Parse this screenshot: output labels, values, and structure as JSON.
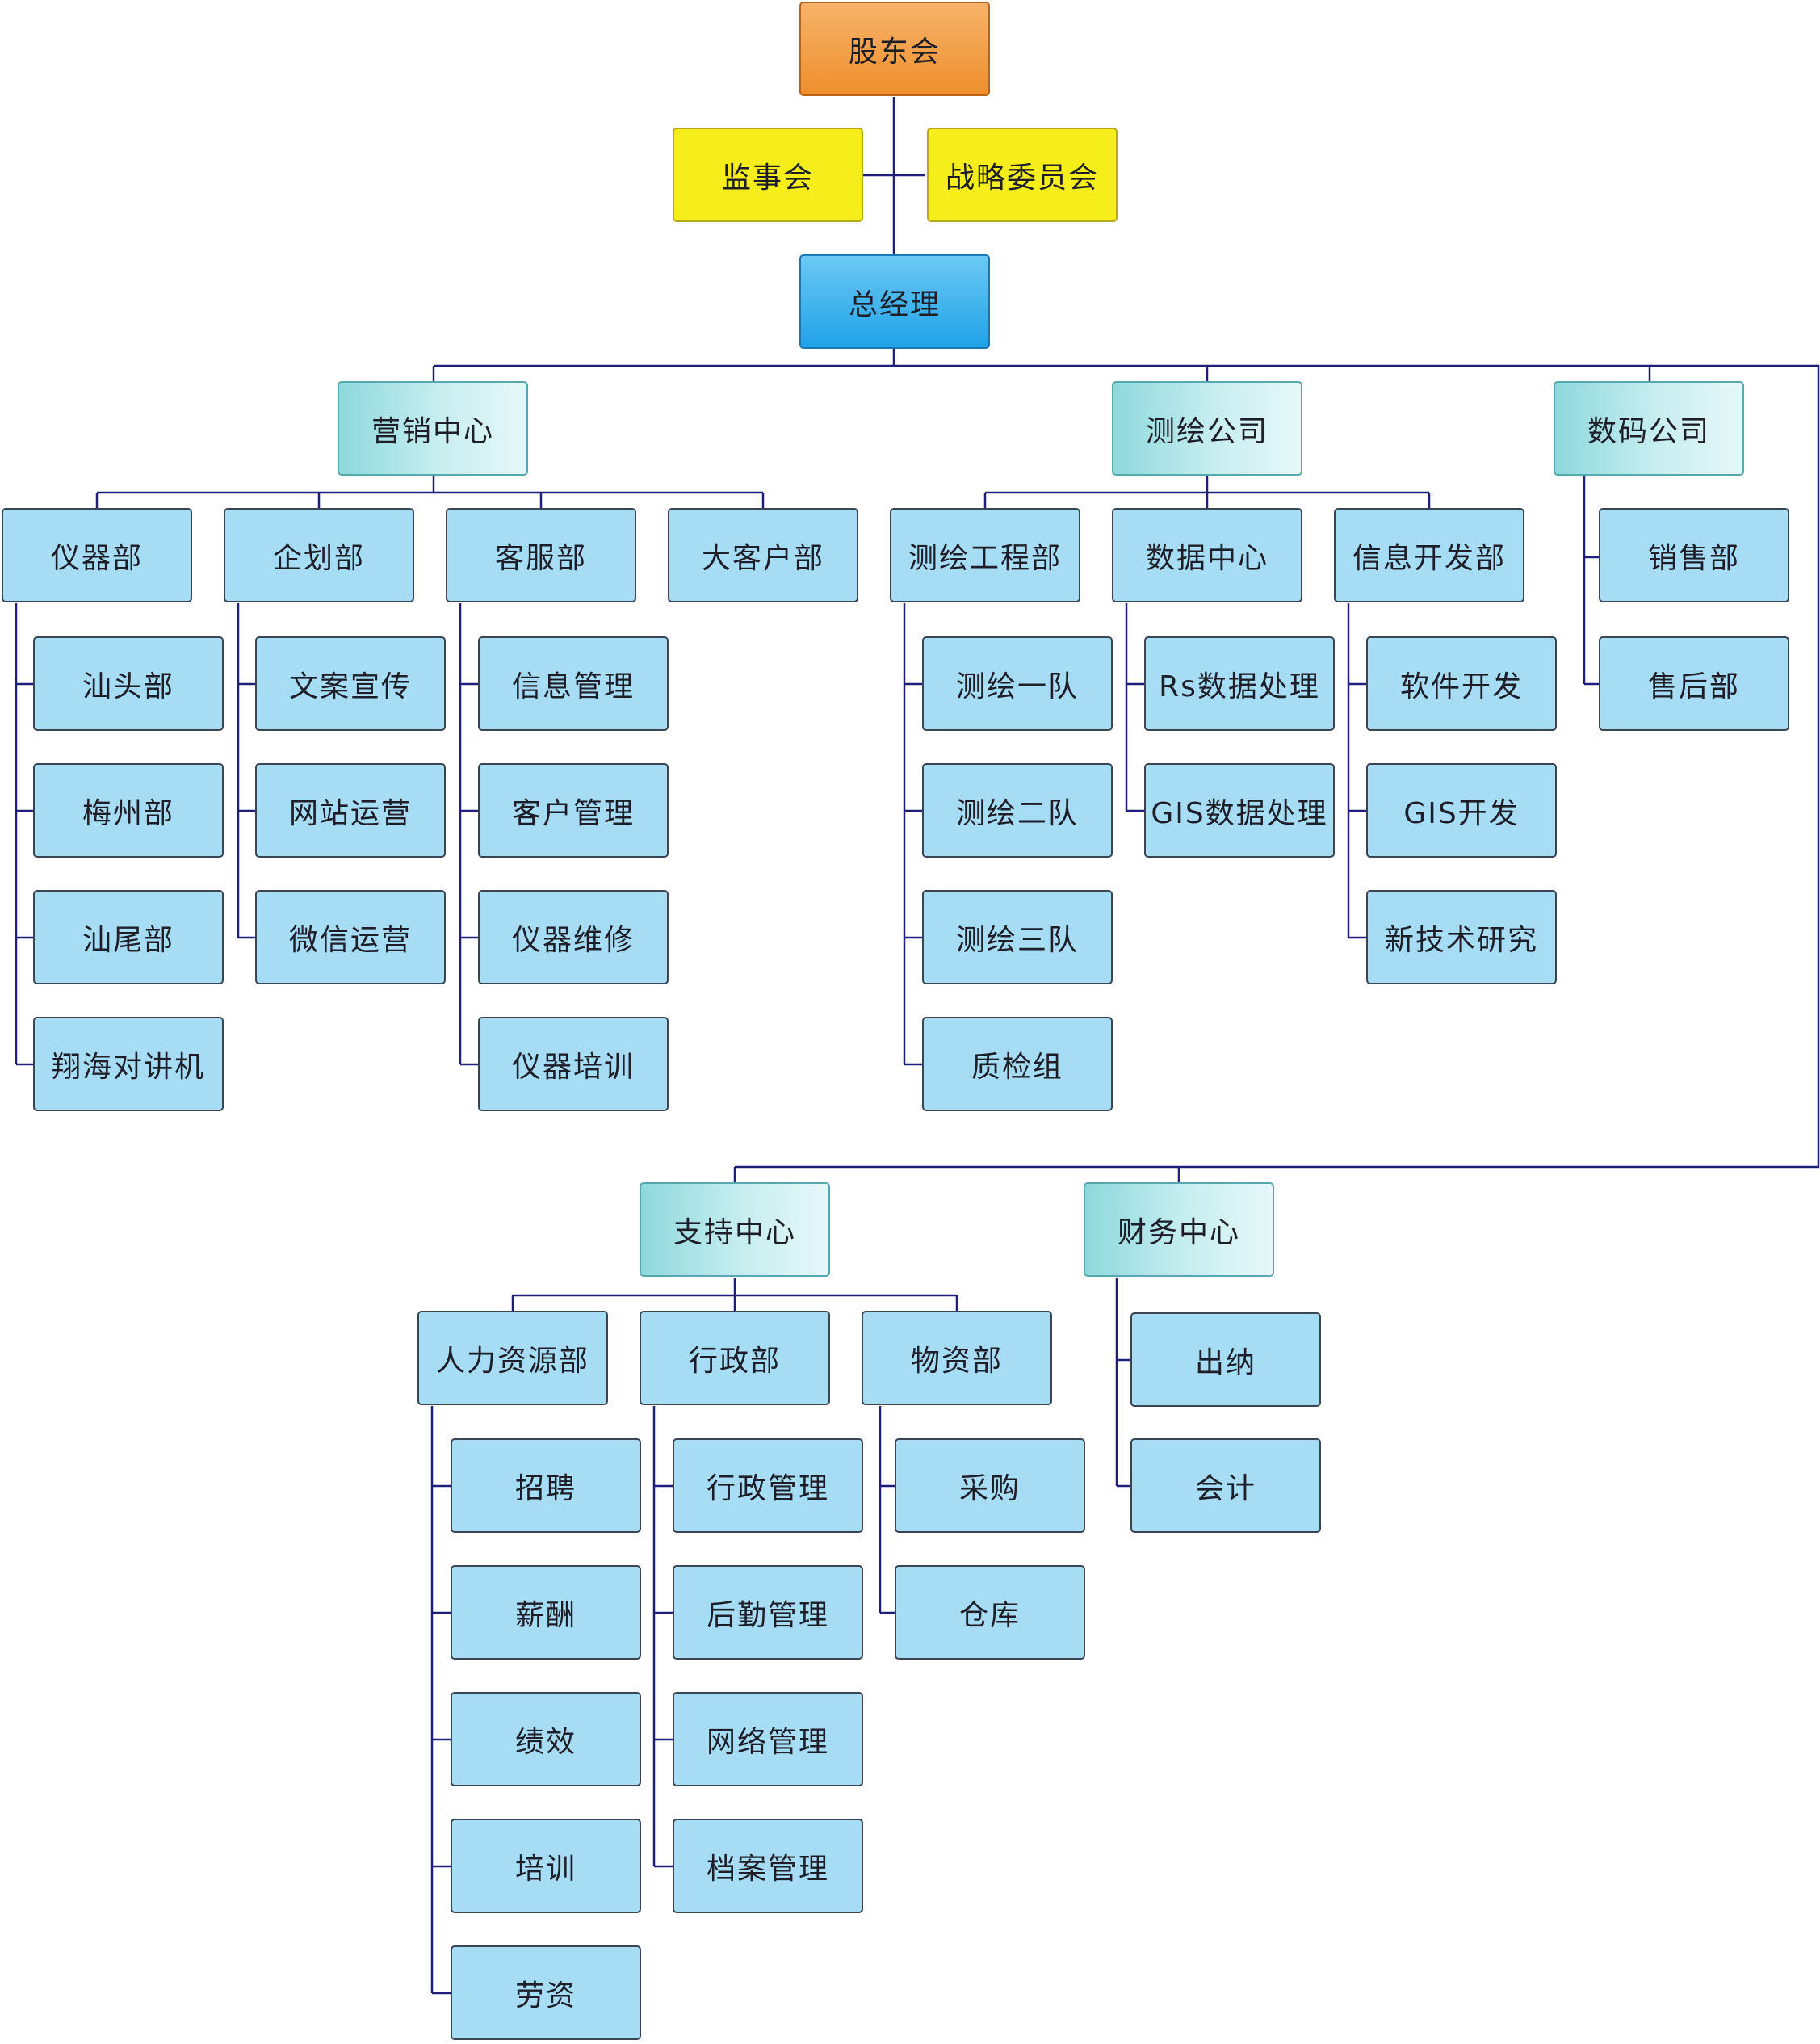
{
  "top": {
    "shareholders": "股东会",
    "supervisors": "监事会",
    "strategy": "战略委员会",
    "gm": "总经理"
  },
  "marketing": {
    "title": "营销中心",
    "instrument": {
      "title": "仪器部",
      "items": [
        "汕头部",
        "梅州部",
        "汕尾部",
        "翔海对讲机"
      ]
    },
    "planning": {
      "title": "企划部",
      "items": [
        "文案宣传",
        "网站运营",
        "微信运营"
      ]
    },
    "service": {
      "title": "客服部",
      "items": [
        "信息管理",
        "客户管理",
        "仪器维修",
        "仪器培训"
      ]
    },
    "key_account": {
      "title": "大客户部"
    }
  },
  "survey": {
    "title": "测绘公司",
    "engineering": {
      "title": "测绘工程部",
      "items": [
        "测绘一队",
        "测绘二队",
        "测绘三队",
        "质检组"
      ]
    },
    "data_center": {
      "title": "数据中心",
      "items": [
        "Rs数据处理",
        "GIS数据处理"
      ]
    },
    "info_dev": {
      "title": "信息开发部",
      "items": [
        "软件开发",
        "GIS开发",
        "新技术研究"
      ]
    }
  },
  "digital": {
    "title": "数码公司",
    "items": [
      "销售部",
      "售后部"
    ]
  },
  "support": {
    "title": "支持中心",
    "hr": {
      "title": "人力资源部",
      "items": [
        "招聘",
        "薪酬",
        "绩效",
        "培训",
        "劳资"
      ]
    },
    "admin": {
      "title": "行政部",
      "items": [
        "行政管理",
        "后勤管理",
        "网络管理",
        "档案管理"
      ]
    },
    "materials": {
      "title": "物资部",
      "items": [
        "采购",
        "仓库"
      ]
    }
  },
  "finance": {
    "title": "财务中心",
    "items": [
      "出纳",
      "会计"
    ]
  },
  "colors": {
    "line": "#1f1f7a",
    "leaf": "#a7dcf5",
    "center": "#8ed8dc",
    "shareholders": "#ee8f2c",
    "board": "#f5ee1a",
    "gm": "#1fa2e8"
  }
}
